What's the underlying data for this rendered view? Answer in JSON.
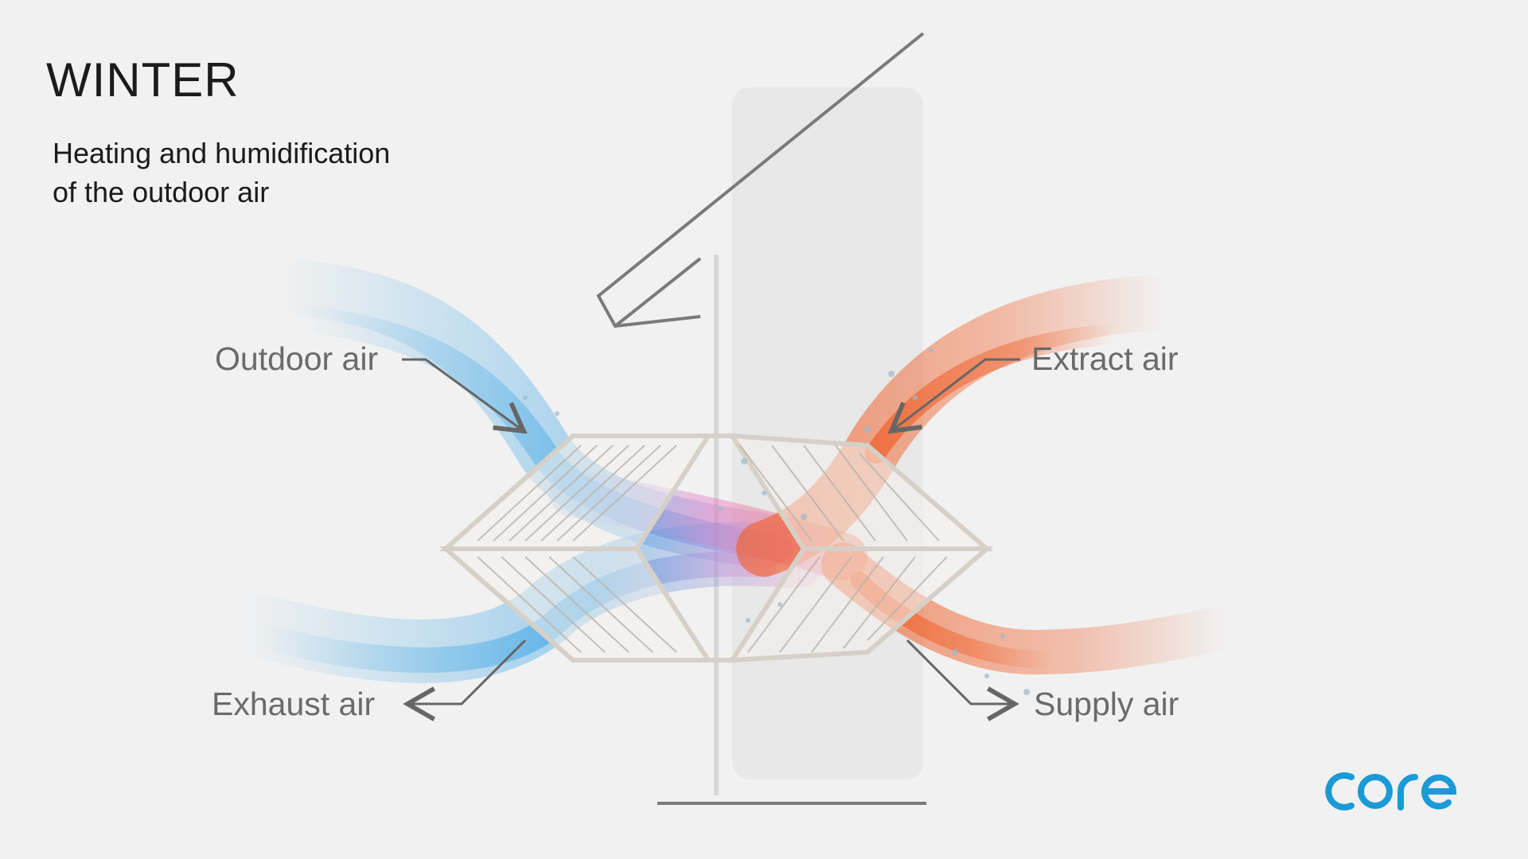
{
  "header": {
    "title": "WINTER",
    "subtitle_line1": "Heating and humidification",
    "subtitle_line2": "of the outdoor air"
  },
  "labels": {
    "outdoor_air": "Outdoor air",
    "extract_air": "Extract air",
    "exhaust_air": "Exhaust air",
    "supply_air": "Supply air"
  },
  "brand": {
    "logo_text": "core",
    "color": "#1a9ad6"
  },
  "colors": {
    "background": "#f1f1f1",
    "cold_air": "#3aa6e6",
    "mixed_air": "#e57fc6",
    "warm_air": "#f0602a",
    "line": "#777777"
  }
}
